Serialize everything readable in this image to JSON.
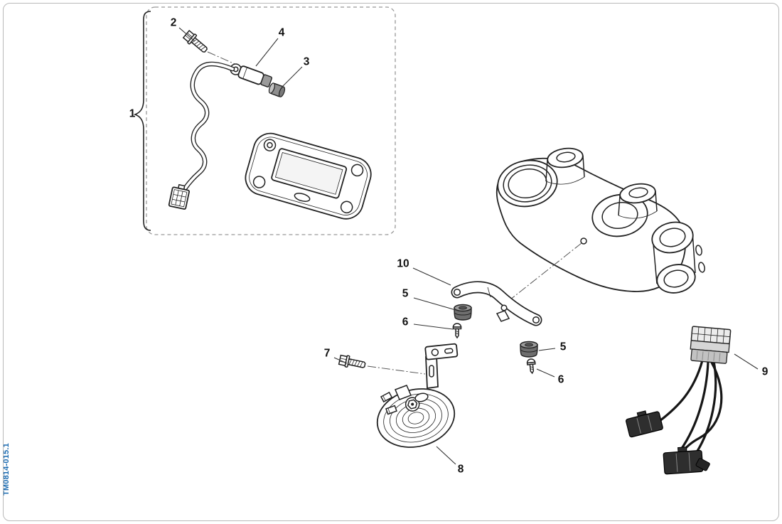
{
  "document": {
    "code": "TM0814-015.1"
  },
  "callouts": {
    "n1": "1",
    "n2": "2",
    "n3": "3",
    "n4": "4",
    "n5": "5",
    "n6": "6",
    "n7": "7",
    "n8": "8",
    "n9": "9",
    "n10": "10"
  },
  "colors": {
    "line_art": "#222222",
    "doc_code": "#1a6ab0",
    "connector_dark": "#2e2e2e",
    "rubber_grommet": "#6e6e6e"
  }
}
